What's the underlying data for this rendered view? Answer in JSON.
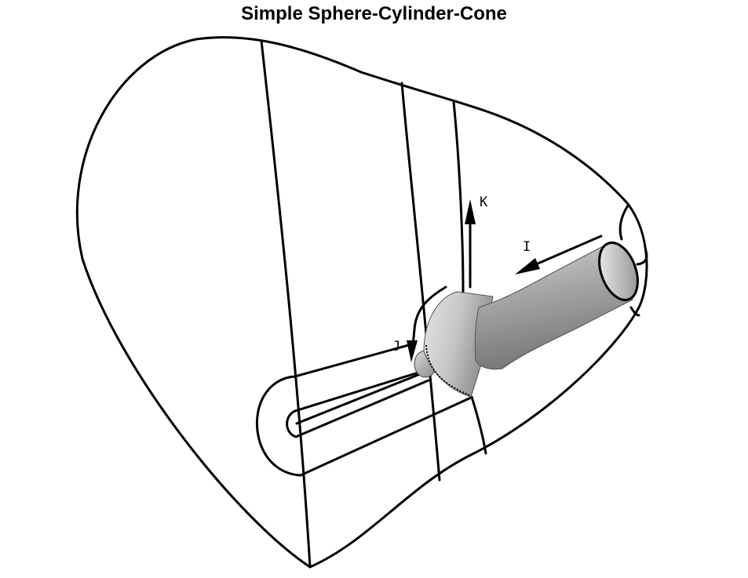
{
  "title": "Simple Sphere-Cylinder-Cone",
  "axes": {
    "i_label": "I",
    "j_label": "J",
    "k_label": "K"
  }
}
